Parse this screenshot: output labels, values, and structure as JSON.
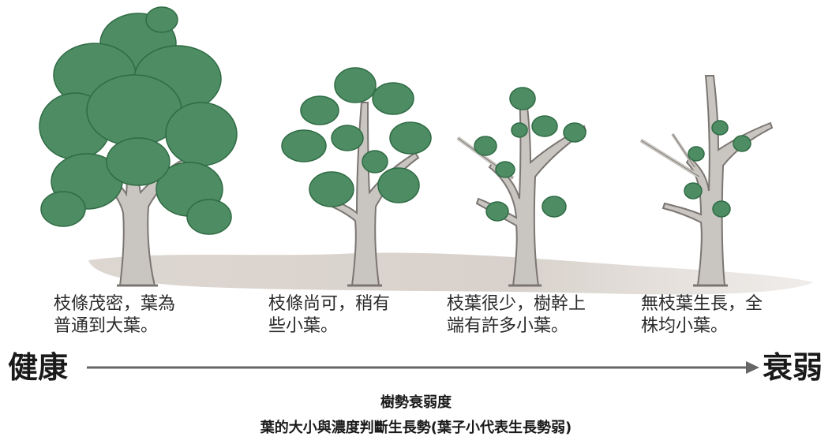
{
  "trees": [
    {
      "caption_line1": "枝條茂密，葉為",
      "caption_line2": "普通到大葉。"
    },
    {
      "caption_line1": "枝條尚可，稍有",
      "caption_line2": "些小葉。"
    },
    {
      "caption_line1": "枝葉很少，樹幹上",
      "caption_line2": "端有許多小葉。"
    },
    {
      "caption_line1": "無枝葉生長，全",
      "caption_line2": "株均小葉。"
    }
  ],
  "axis": {
    "left_label": "健康",
    "right_label": "衰弱"
  },
  "footer": {
    "title": "樹勢衰弱度",
    "subtitle": "葉的大小與濃度判斷生長勢(葉子小代表生長勢弱)"
  },
  "colors": {
    "foliage": "#4e8c63",
    "foliage_dark": "#2f6b44",
    "trunk": "#c9c5c1",
    "trunk_edge": "#7b7672",
    "ground_shadow": "#cfc7c0",
    "arrow": "#666666"
  }
}
